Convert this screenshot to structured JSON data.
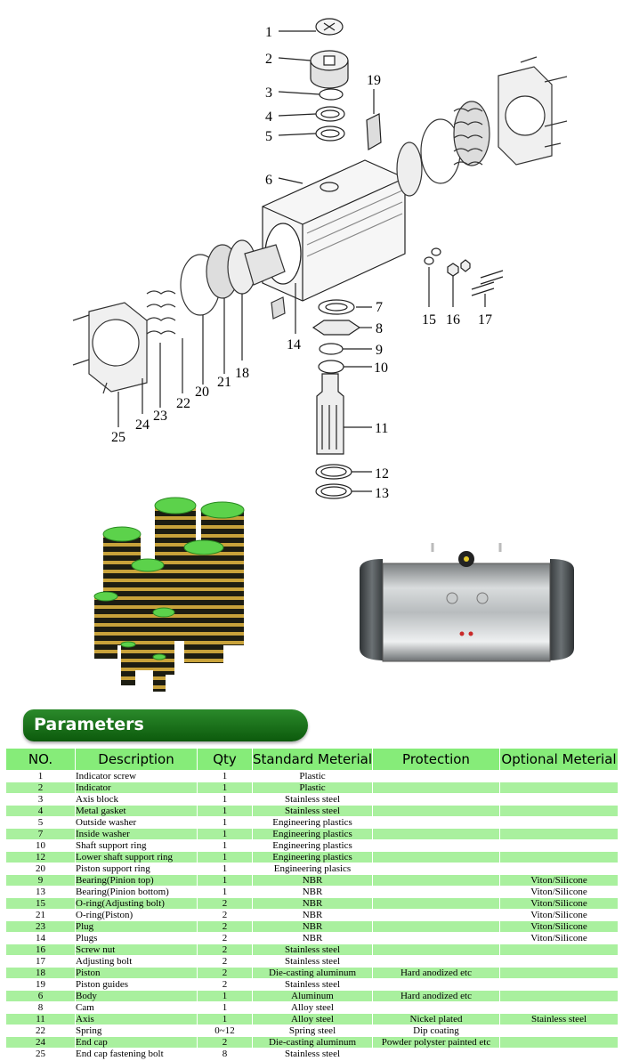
{
  "diagram": {
    "part_labels": [
      "1",
      "2",
      "3",
      "4",
      "5",
      "6",
      "7",
      "8",
      "9",
      "10",
      "11",
      "12",
      "13",
      "14",
      "15",
      "16",
      "17",
      "18",
      "19",
      "20",
      "21",
      "22",
      "23",
      "24",
      "25"
    ]
  },
  "parameters": {
    "banner": "Parameters",
    "columns": [
      "NO.",
      "Description",
      "Qty",
      "Standard Meterial",
      "Protection",
      "Optional Meterial"
    ],
    "rows": [
      [
        "1",
        "Indicator screw",
        "1",
        "Plastic",
        "",
        ""
      ],
      [
        "2",
        "Indicator",
        "1",
        "Plastic",
        "",
        ""
      ],
      [
        "3",
        "Axis block",
        "1",
        "Stainless steel",
        "",
        ""
      ],
      [
        "4",
        "Metal gasket",
        "1",
        "Stainless steel",
        "",
        ""
      ],
      [
        "5",
        "Outside washer",
        "1",
        "Engineering plastics",
        "",
        ""
      ],
      [
        "7",
        "Inside washer",
        "1",
        "Engineering plastics",
        "",
        ""
      ],
      [
        "10",
        "Shaft support ring",
        "1",
        "Engineering plastics",
        "",
        ""
      ],
      [
        "12",
        "Lower shaft support ring",
        "1",
        "Engineering plastics",
        "",
        ""
      ],
      [
        "20",
        "Piston support ring",
        "1",
        "Engineering plasics",
        "",
        ""
      ],
      [
        "9",
        "Bearing(Pinion top)",
        "1",
        "NBR",
        "",
        "Viton/Silicone"
      ],
      [
        "13",
        "Bearing(Pinion bottom)",
        "1",
        "NBR",
        "",
        "Viton/Silicone"
      ],
      [
        "15",
        "O-ring(Adjusting bolt)",
        "2",
        "NBR",
        "",
        "Viton/Silicone"
      ],
      [
        "21",
        "O-ring(Piston)",
        "2",
        "NBR",
        "",
        "Viton/Silicone"
      ],
      [
        "23",
        "Plug",
        "2",
        "NBR",
        "",
        "Viton/Silicone"
      ],
      [
        "14",
        "Plugs",
        "2",
        "NBR",
        "",
        "Viton/Silicone"
      ],
      [
        "16",
        "Screw nut",
        "2",
        "Stainless steel",
        "",
        ""
      ],
      [
        "17",
        "Adjusting bolt",
        "2",
        "Stainless steel",
        "",
        ""
      ],
      [
        "18",
        "Piston",
        "2",
        "Die-casting aluminum",
        "Hard anodized etc",
        ""
      ],
      [
        "19",
        "Piston guides",
        "2",
        "Stainless steel",
        "",
        ""
      ],
      [
        "6",
        "Body",
        "1",
        "Aluminum",
        "Hard anodized etc",
        ""
      ],
      [
        "8",
        "Cam",
        "1",
        "Alloy steel",
        "",
        ""
      ],
      [
        "11",
        "Axis",
        "1",
        "Alloy steel",
        "Nickel plated",
        "Stainless steel"
      ],
      [
        "22",
        "Spring",
        "0~12",
        "Spring steel",
        "Dip coating",
        ""
      ],
      [
        "24",
        "End cap",
        "2",
        "Die-casting aluminum",
        "Powder polyster painted etc",
        ""
      ],
      [
        "25",
        "End cap fastening bolt",
        "8",
        "Stainless steel",
        "",
        ""
      ]
    ]
  }
}
